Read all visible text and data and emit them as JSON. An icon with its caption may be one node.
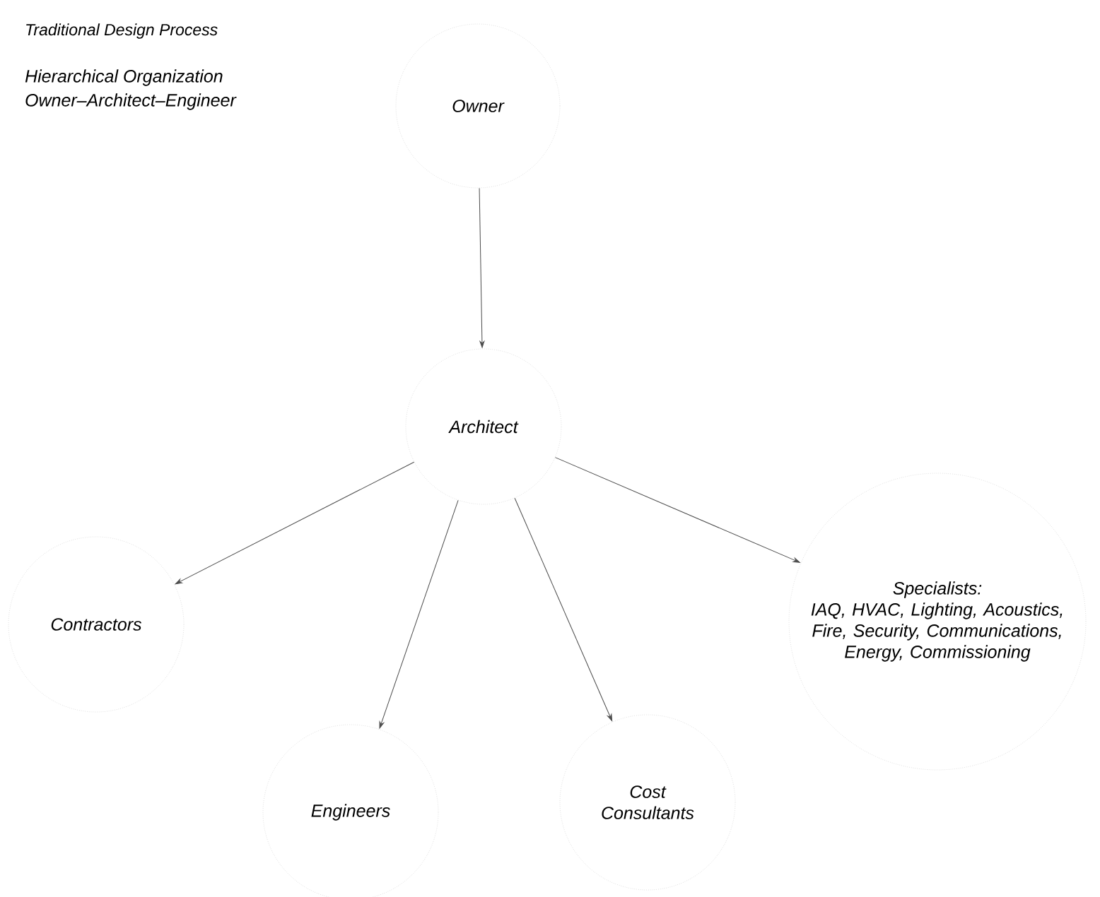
{
  "diagram": {
    "title": "Traditional Design Process",
    "nodes": [
      {
        "text": [
          "Owner"
        ]
      },
      {
        "text": [
          "Architect"
        ]
      },
      {
        "text": [
          "Contractors"
        ]
      },
      {
        "text": [
          "Specialists:",
          "IAQ, HVAC, Lighting, Acoustics, Fire, Security, Communications, Energy, Commissioning"
        ]
      },
      {
        "text": [
          "Engineers"
        ]
      },
      {
        "text": [
          "Cost Consultants"
        ]
      }
    ],
    "edges": [
      {
        "from": 0,
        "to": 1,
        "arrow": "to"
      },
      {
        "from": 1,
        "to": 2,
        "arrow": "to"
      },
      {
        "from": 1,
        "to": 4,
        "arrow": "to"
      },
      {
        "from": 1,
        "to": 5,
        "arrow": "to"
      },
      {
        "from": 1,
        "to": 3,
        "arrow": "to"
      }
    ],
    "labels": [
      "Hierarchical Organization",
      "Owner–Architect–Engineer"
    ]
  }
}
